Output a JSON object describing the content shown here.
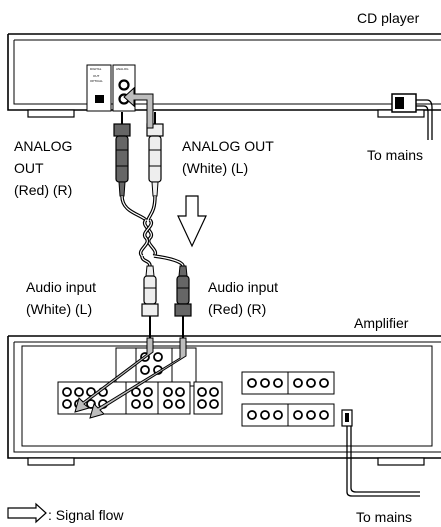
{
  "labels": {
    "cd_player": "CD player",
    "analog_out_red_1": "ANALOG",
    "analog_out_red_2": "OUT",
    "analog_out_red_3": "(Red) (R)",
    "analog_out_white_1": "ANALOG OUT",
    "analog_out_white_2": "(White) (L)",
    "to_mains_top": "To mains",
    "audio_input_white_1": "Audio input",
    "audio_input_white_2": "(White) (L)",
    "audio_input_red_1": "Audio input",
    "audio_input_red_2": "(Red) (R)",
    "amplifier": "Amplifier",
    "signal_flow": ": Signal flow",
    "to_mains_bottom": "To mains"
  },
  "panel_marks": {
    "digital": "DIGITAL",
    "analog": "ANALOG",
    "out": "OUT",
    "optical": "OPTICAL"
  },
  "colors": {
    "line": "#000000",
    "panel_fill": "#ffffff",
    "plug_dark": "#666666",
    "plug_light": "#eeeeee",
    "arrow_fill": "#bdbdbd"
  }
}
